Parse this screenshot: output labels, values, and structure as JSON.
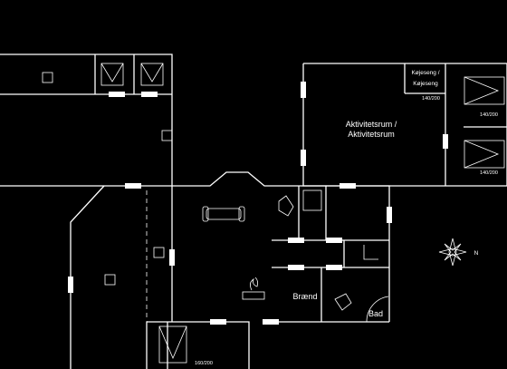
{
  "rooms": {
    "activity_room_line1": "Aktivitetsrum /",
    "activity_room_line2": "Aktivitetsrum",
    "stove": "Brænd",
    "bath": "Bad"
  },
  "bunk_labels": {
    "top_right_line1": "Køjeseng /",
    "top_right_line2": "Køjeseng"
  },
  "bed_sizes": {
    "bed_top_right": "140/200",
    "bed_right_upper": "140/200",
    "bed_right_lower": "140/200",
    "bed_bottom": "160/200"
  },
  "compass": {
    "north": "N"
  }
}
